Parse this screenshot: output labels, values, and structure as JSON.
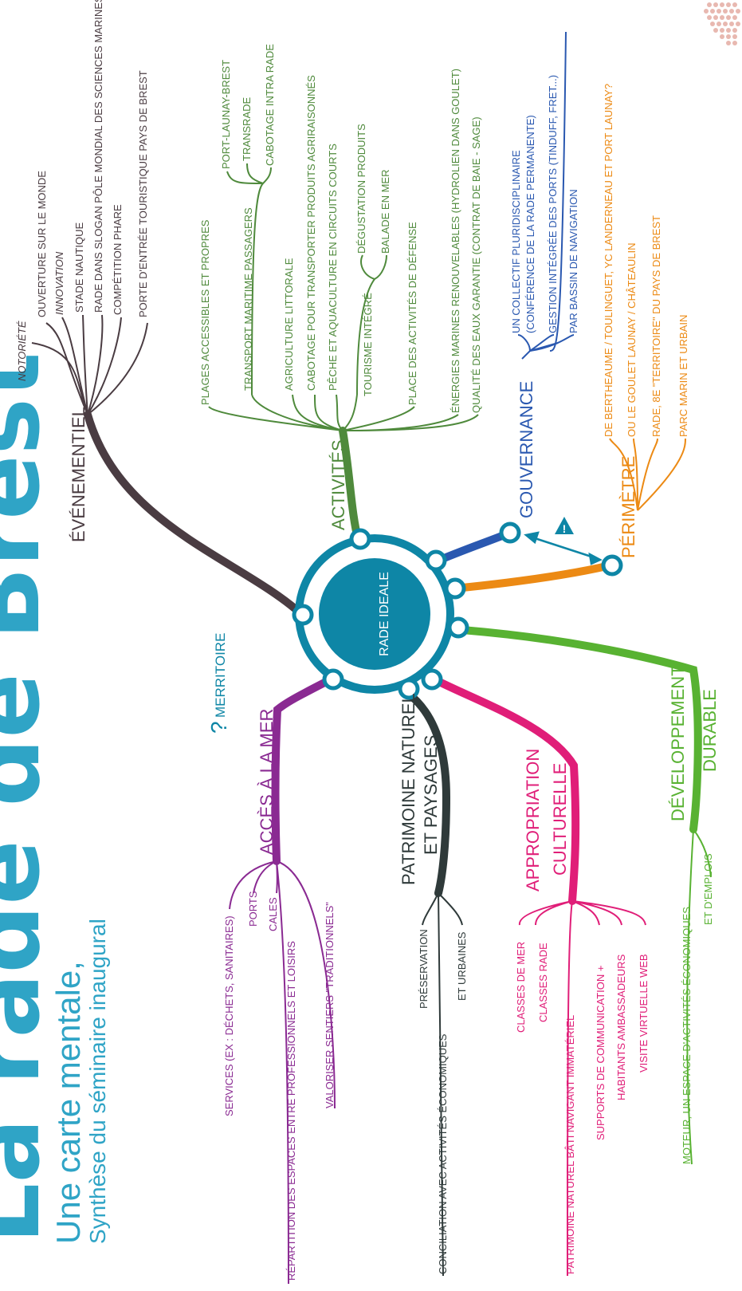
{
  "title": {
    "main": "La rade de Brest",
    "subtitle": "Une carte mentale,",
    "subtitle2": "Synthèse du séminaire inaugural"
  },
  "center": {
    "label": "RADE IDEALE",
    "color": "#0e86a6"
  },
  "colors": {
    "evenementiel": "#4a3c42",
    "activites": "#4f8a3c",
    "gouvernance": "#2a58b0",
    "perimetre": "#ec8a14",
    "developpement": "#58b232",
    "appropriation": "#e01e78",
    "patrimoine": "#2f3a3a",
    "acces": "#8a2a92",
    "ring": "#0e86a6"
  },
  "branches": {
    "evenementiel": {
      "label": "ÉVÉNEMENTIEL",
      "items": [
        "NOTORIÉTÉ",
        "OUVERTURE SUR LE MONDE",
        "INNOVATION",
        "STADE NAUTIQUE",
        "RADE DANS SLOGAN PÔLE MONDIAL DES SCIENCES MARINES",
        "COMPÉTITION PHARE",
        "PORTE D'ENTRÉE TOURISTIQUE PAYS DE BREST"
      ]
    },
    "activites": {
      "label": "ACTIVITÉS",
      "items": [
        "PLAGES ACCESSIBLES ET PROPRES",
        "TRANSPORT MARITIME PASSAGERS",
        "PORT-LAUNAY-BREST",
        "TRANSRADE",
        "CABOTAGE INTRA RADE",
        "AGRICULTURE LITTORALE",
        "CABOTAGE POUR TRANSPORTER PRODUITS AGRIRAISONNÉS",
        "PÊCHE ET AQUACULTURE EN CIRCUITS COURTS",
        "TOURISME INTÉGRÉ",
        "DÉGUSTATION PRODUITS",
        "BALADE EN MER",
        "PLACE DES ACTIVITÉS DE DÉFENSE",
        "ÉNERGIES MARINES RENOUVELABLES (HYDROLIEN DANS GOULET)",
        "QUALITÉ DES EAUX GARANTIE (CONTRAT DE BAIE - SAGE)"
      ]
    },
    "gouvernance": {
      "label": "GOUVERNANCE",
      "items": [
        "UN COLLECTIF PLURIDISCIPLINAIRE",
        "(CONFÉRENCE DE LA RADE PERMANENTE)",
        "GESTION INTÉGRÉE DES PORTS (TINDUFF, FRET...)",
        "PAR BASSIN DE NAVIGATION"
      ]
    },
    "perimetre": {
      "label": "PÉRIMÈTRE",
      "items": [
        "DE BERTHEAUME / TOULINGUET, YC LANDERNEAU ET PORT LAUNAY?",
        "OU LE GOULET LAUNAY / CHÂTEAULIN",
        "RADE, 8E \"TERRITOIRE\" DU PAYS DE BREST",
        "PARC MARIN ET URBAIN"
      ]
    },
    "developpement": {
      "label1": "DÉVELOPPEMENT",
      "label2": "DURABLE",
      "items": [
        "MOTEUR, UN ESPACE D'ACTIVITÉS ÉCONOMIQUES",
        "ET D'EMPLOIS"
      ]
    },
    "appropriation": {
      "label1": "APPROPRIATION",
      "label2": "CULTURELLE",
      "items": [
        "CLASSES DE MER",
        "CLASSES RADE",
        "PATRIMOINE NATUREL BÂTI NAVIGANT IMMATÉRIEL",
        "SUPPORTS DE COMMUNICATION +",
        "HABITANTS AMBASSADEURS",
        "VISITE VIRTUELLE WEB"
      ]
    },
    "patrimoine": {
      "label1": "PATRIMOINE NATUREL",
      "label2": "ET PAYSAGES",
      "items": [
        "PRÉSERVATION",
        "CONCILIATION AVEC ACTIVITÉS ÉCONOMIQUES",
        "ET URBAINES"
      ]
    },
    "acces": {
      "label": "ACCÈS À LA MER",
      "items": [
        "SERVICES (EX : DÉCHETS, SANITAIRES)",
        "PORTS",
        "CALES",
        "RÉPARTITION DES ESPACES ENTRE PROFESSIONNELS ET LOISIRS",
        "VALORISER SENTIERS \"TRADITIONNELS\""
      ]
    },
    "merritoire": {
      "label": "MERRITOIRE",
      "mark": "?"
    },
    "warning": {
      "icon": "warning-icon",
      "mark": "!"
    }
  }
}
